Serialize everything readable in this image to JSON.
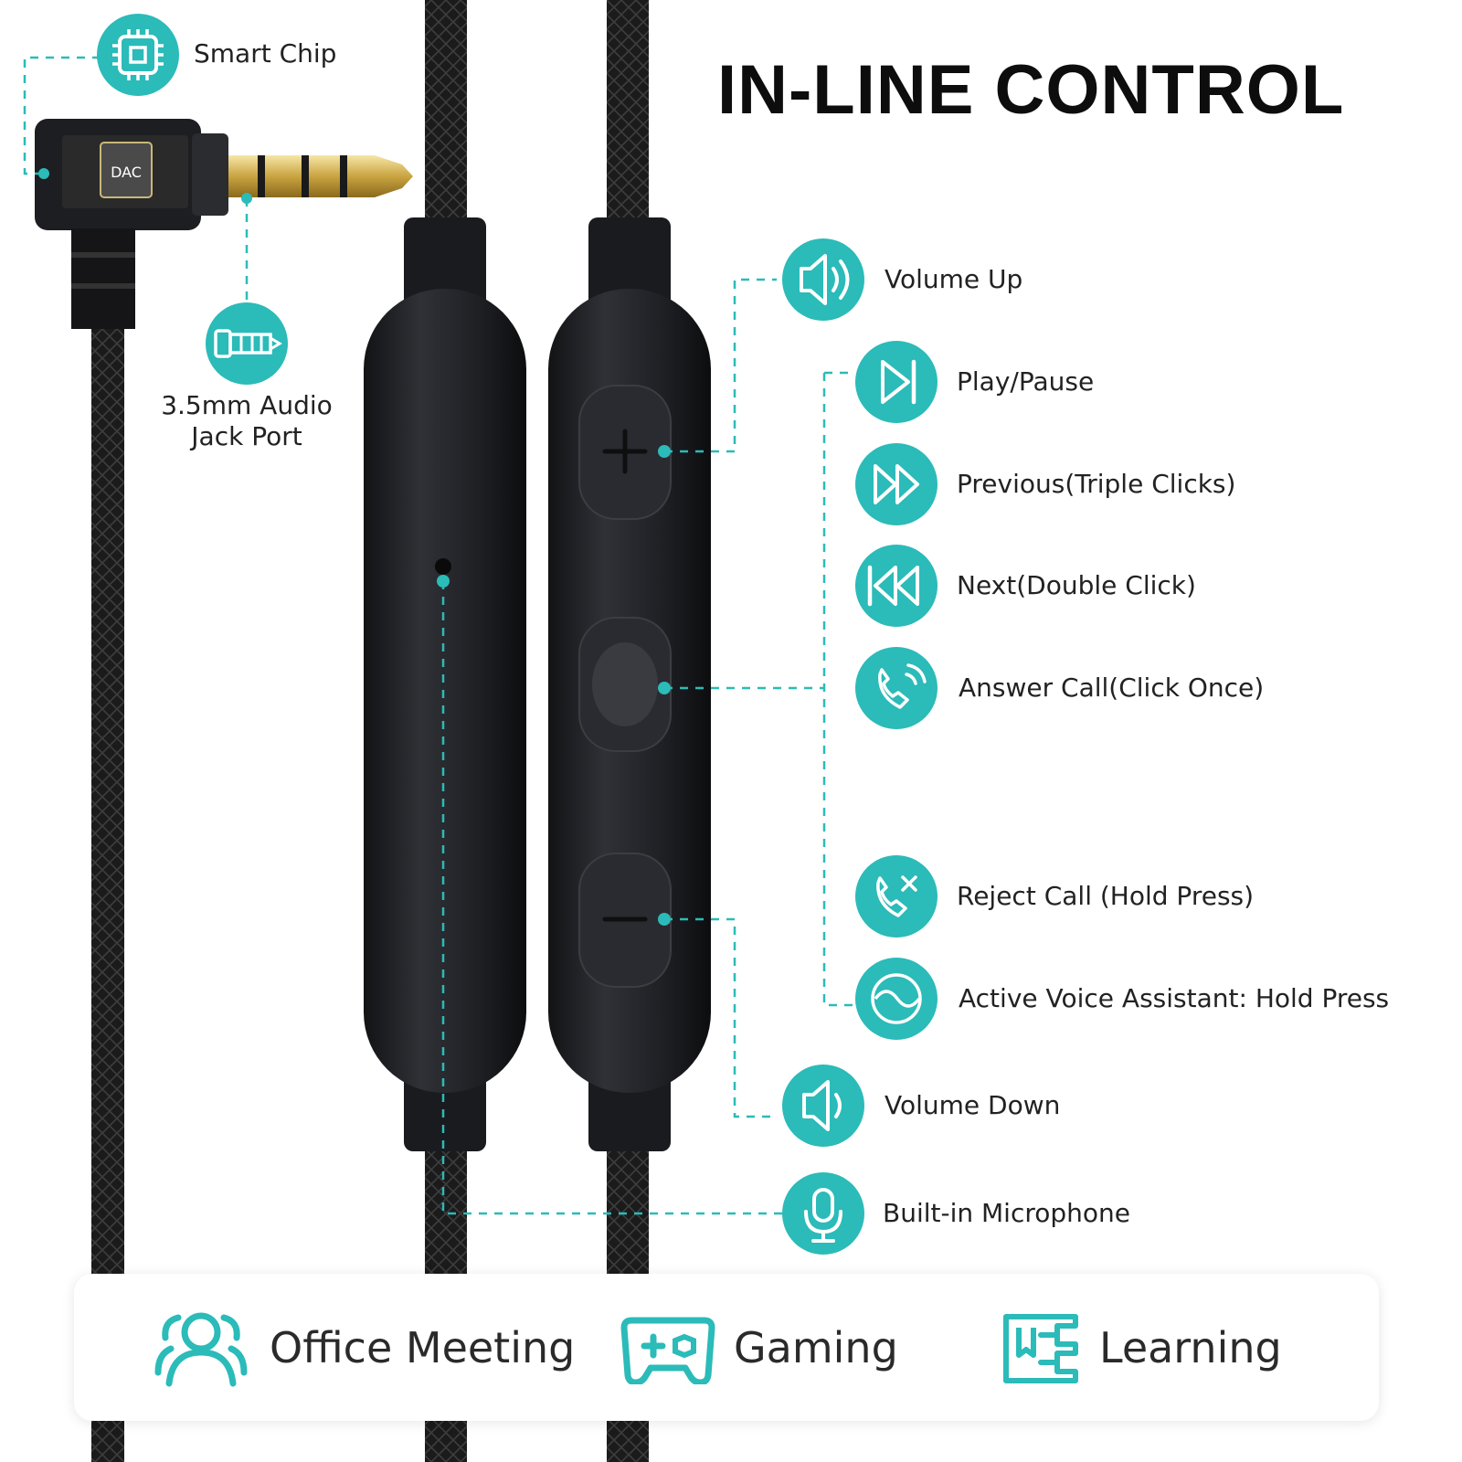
{
  "title": "IN-LINE CONTROL",
  "accent_color": "#2bbbb9",
  "callouts": {
    "smart_chip": {
      "label": "Smart Chip",
      "icon": "chip-icon"
    },
    "jack": {
      "label_line1": "3.5mm Audio",
      "label_line2": "Jack Port",
      "icon": "audio-jack-icon"
    },
    "chip_marking": "DAC"
  },
  "controls": [
    {
      "label": "Volume Up",
      "icon": "volume-up-icon"
    },
    {
      "label": "Play/Pause",
      "icon": "play-pause-icon"
    },
    {
      "label": "Previous(Triple Clicks)",
      "icon": "fast-forward-icon"
    },
    {
      "label": "Next(Double Click)",
      "icon": "rewind-icon"
    },
    {
      "label": "Answer Call(Click Once)",
      "icon": "phone-call-icon"
    },
    {
      "label": "Reject Call (Hold Press)",
      "icon": "phone-reject-icon"
    },
    {
      "label": "Active Voice Assistant: Hold Press",
      "icon": "voice-assistant-icon"
    },
    {
      "label": "Volume Down",
      "icon": "volume-down-icon"
    },
    {
      "label": "Built-in Microphone",
      "icon": "microphone-icon"
    }
  ],
  "use_cases": [
    {
      "label": "Office Meeting",
      "icon": "people-icon"
    },
    {
      "label": "Gaming",
      "icon": "gamepad-icon"
    },
    {
      "label": "Learning",
      "icon": "book-icon"
    }
  ]
}
